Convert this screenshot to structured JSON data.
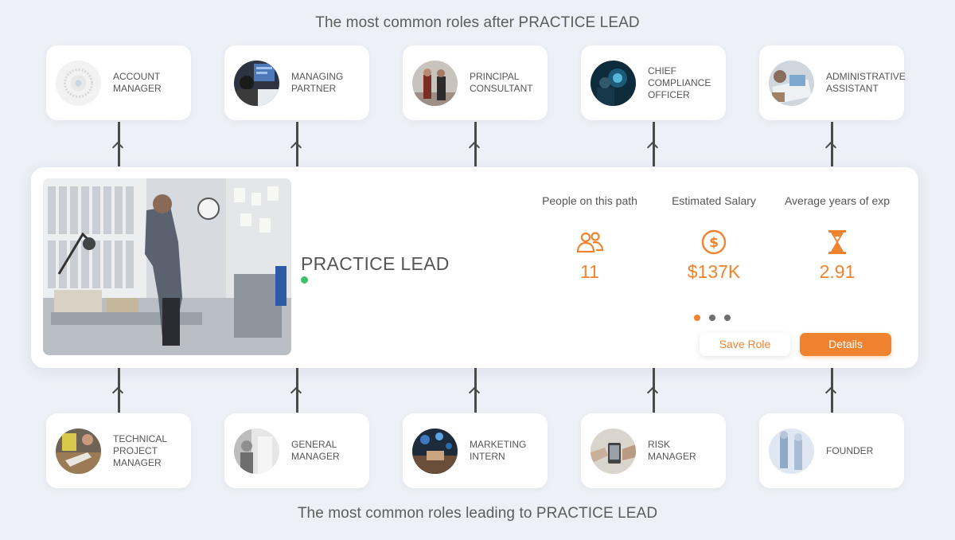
{
  "header": {
    "caption": "The most common roles after PRACTICE LEAD"
  },
  "footer": {
    "caption": "The most common roles leading to PRACTICE LEAD"
  },
  "next_roles": [
    {
      "label": "ACCOUNT\nMANAGER"
    },
    {
      "label": "MANAGING\nPARTNER"
    },
    {
      "label": "PRINCIPAL\nCONSULTANT"
    },
    {
      "label": "CHIEF\nCOMPLIANCE\nOFFICER"
    },
    {
      "label": "ADMINISTRATIVE\nASSISTANT"
    }
  ],
  "previous_roles": [
    {
      "label": "TECHNICAL\nPROJECT\nMANAGER"
    },
    {
      "label": "GENERAL\nMANAGER"
    },
    {
      "label": "MARKETING\nINTERN"
    },
    {
      "label": "RISK\nMANAGER"
    },
    {
      "label": "FOUNDER"
    }
  ],
  "current_role": {
    "title": "PRACTICE LEAD",
    "stats": [
      {
        "label": "People on this path",
        "value": "11",
        "icon": "people-icon"
      },
      {
        "label": "Estimated Salary",
        "value": "$137K",
        "icon": "dollar-icon"
      },
      {
        "label": "Average years of exp",
        "value": "2.91",
        "icon": "hourglass-icon"
      }
    ],
    "save_label": "Save Role",
    "details_label": "Details"
  },
  "colors": {
    "accent": "#f0832f",
    "status": "#3cc16a",
    "background": "#eef0f7"
  }
}
